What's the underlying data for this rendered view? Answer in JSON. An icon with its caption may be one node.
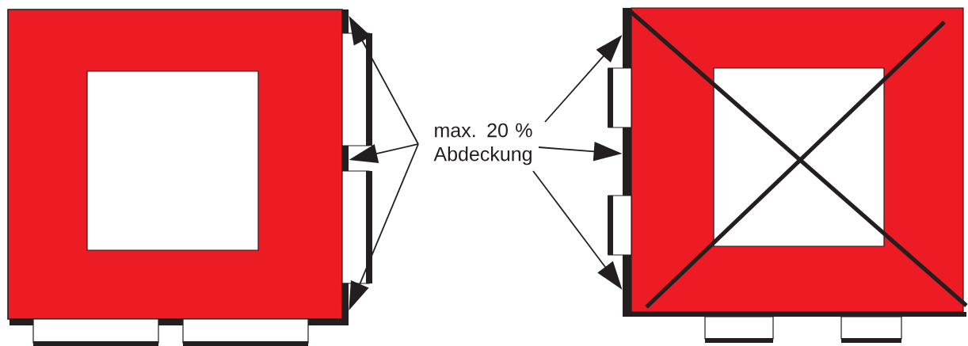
{
  "diagram": {
    "nodes": [
      {
        "text": [
          "max. 20 % Abdeckung"
        ]
      },
      {
        "text": [],
        "shape": "bar"
      },
      {
        "text": [],
        "shape": "bar"
      },
      {
        "text": [],
        "shape": "bar"
      },
      {
        "text": [],
        "shape": "bar"
      },
      {
        "text": [],
        "shape": "bar"
      },
      {
        "text": [],
        "shape": "bar"
      }
    ],
    "edges": [
      {
        "from": 0,
        "to": 1,
        "arrow": "to"
      },
      {
        "from": 0,
        "to": 2,
        "arrow": "to"
      },
      {
        "from": 0,
        "to": 3,
        "arrow": "to"
      },
      {
        "from": 0,
        "to": 4,
        "arrow": "to"
      },
      {
        "from": 0,
        "to": 5,
        "arrow": "to"
      },
      {
        "from": 0,
        "to": 6,
        "arrow": "to"
      }
    ]
  }
}
